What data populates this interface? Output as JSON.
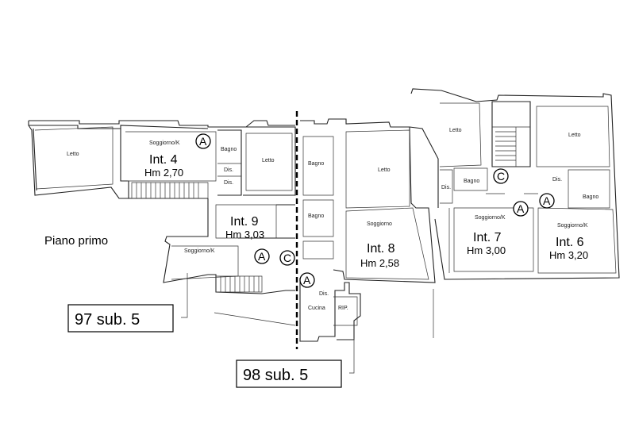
{
  "floor_label": "Piano primo",
  "parcel_labels": {
    "left": "97 sub. 5",
    "right": "98 sub. 5"
  },
  "units": {
    "int4": {
      "name": "Int. 4",
      "height": "Hm 2,70"
    },
    "int9": {
      "name": "Int. 9",
      "height": "Hm 3,03"
    },
    "int8": {
      "name": "Int. 8",
      "height": "Hm 2,58"
    },
    "int7": {
      "name": "Int. 7",
      "height": "Hm 3,00"
    },
    "int6": {
      "name": "Int. 6",
      "height": "Hm 3,20"
    }
  },
  "rooms": {
    "letto_far_left": "Letto",
    "soggiorno_4": "Soggiorno/K",
    "bagno_4": "Bagno",
    "dis_4": "Dis.",
    "letto_4": "Letto",
    "dis_9": "Dis.",
    "soggiorno_9": "Soggiorno/K",
    "bagno_8a": "Bagno",
    "bagno_8b": "Bagno",
    "letto_8": "Letto",
    "soggiorno_8": "Soggiorno",
    "dis_8": "Dis.",
    "cucina_8": "Cucina",
    "rip_8": "RIP.",
    "letto_7": "Letto",
    "bagno_7": "Bagno",
    "dis_7": "Dis.",
    "soggiorno_7": "Soggiorno/K",
    "letto_6": "Letto",
    "dis_6": "Dis.",
    "bagno_6": "Bagno",
    "soggiorno_6": "Soggiorno/K"
  },
  "markers": {
    "a1": "A",
    "a2": "A",
    "a3": "A",
    "a4": "A",
    "a5": "A",
    "c1": "C",
    "c2": "C"
  }
}
